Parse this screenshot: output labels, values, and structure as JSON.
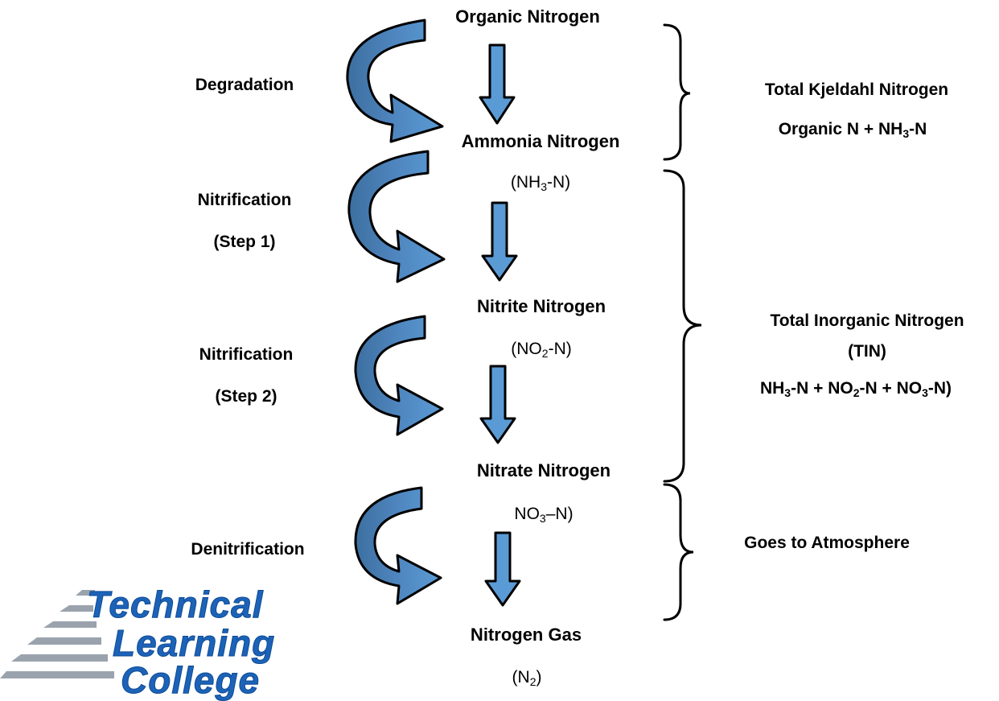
{
  "species": {
    "organic": "Organic Nitrogen",
    "ammonia": "Ammonia Nitrogen",
    "ammonia_formula": [
      "(NH",
      "3",
      "-N)"
    ],
    "nitrite": "Nitrite Nitrogen",
    "nitrite_formula": [
      "(NO",
      "2",
      "-N)"
    ],
    "nitrate": "Nitrate Nitrogen",
    "nitrate_formula": [
      "NO",
      "3",
      "–N)"
    ],
    "gas": "Nitrogen Gas",
    "gas_formula": [
      "(N",
      "2",
      ")"
    ]
  },
  "processes": {
    "degradation": "Degradation",
    "nitrification": "Nitrification",
    "step1": "(Step 1)",
    "step2": "(Step 2)",
    "denitrification": "Denitrification"
  },
  "groups": {
    "tkn_title": "Total Kjeldahl Nitrogen",
    "tkn_formula": [
      "Organic N + NH",
      "3",
      "-N"
    ],
    "tin_title": "Total Inorganic Nitrogen",
    "tin_abbr": "(TIN)",
    "tin_formula": [
      "NH",
      "3",
      "-N + NO",
      "2",
      "-N + NO",
      "3",
      "-N)"
    ],
    "atmosphere": "Goes to Atmosphere"
  },
  "logo": {
    "line1": "Technical",
    "line2": "Learning",
    "line3": "College"
  },
  "colors": {
    "arrow_fill": "#5b9bd5",
    "arrow_dark": "#3d6fa0",
    "logo_blue": "#1c63b8",
    "logo_grey": "#9aa3ad"
  }
}
